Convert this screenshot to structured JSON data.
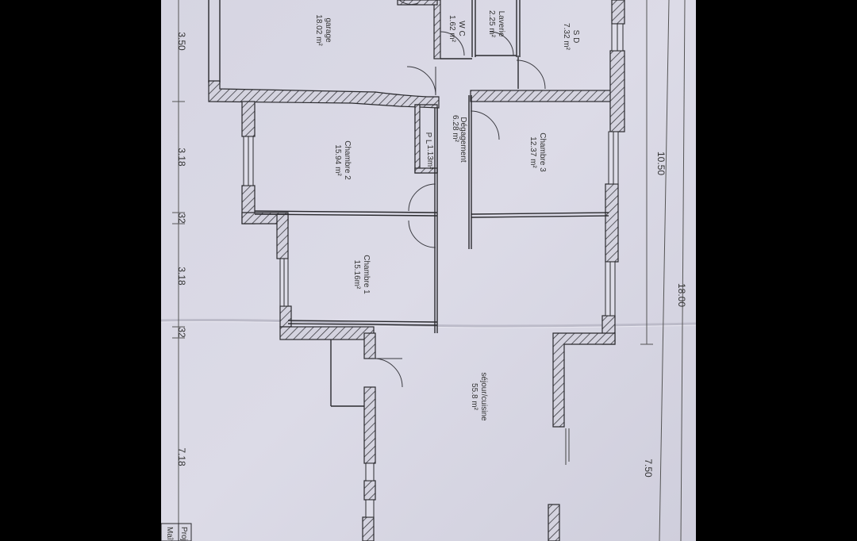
{
  "plan": {
    "colors": {
      "paper": "#d9d8e4",
      "paper_shadow": "#c9c8d6",
      "wall_line": "#2a2a2e",
      "hatch": "#3a3a40",
      "text": "#333338",
      "outside": "#000000"
    },
    "rooms": {
      "garage": {
        "name": "garage",
        "area": "18.02 m²"
      },
      "wc": {
        "name": "W C",
        "area": "1.62 m²"
      },
      "laverie": {
        "name": "Laverie",
        "area": "2.25 m²"
      },
      "sd": {
        "name": "S D",
        "area": "7.32 m²"
      },
      "pl": {
        "name": "P L",
        "area": "1.13m²"
      },
      "degagement": {
        "name": "Dégagement",
        "area": "6.28 m²"
      },
      "chambre2": {
        "name": "Chambre 2",
        "area": "15.94 m²"
      },
      "chambre3": {
        "name": "Chambre 3",
        "area": "12.37 m²"
      },
      "chambre1": {
        "name": "Chambre 1",
        "area": "15.16m²"
      },
      "sejour": {
        "name": "séjour/cuisine",
        "area": "55.8 m²"
      }
    },
    "dimensions": {
      "left_a": "3.50",
      "left_b": "3.18",
      "left_c": "32",
      "left_d": "3.18",
      "left_e": "32",
      "left_f": "7.18",
      "right_a": "10.50",
      "right_b": "18.00",
      "right_c": "7.50"
    },
    "title_block": {
      "line1": "Proj",
      "line2": "Maît"
    }
  }
}
